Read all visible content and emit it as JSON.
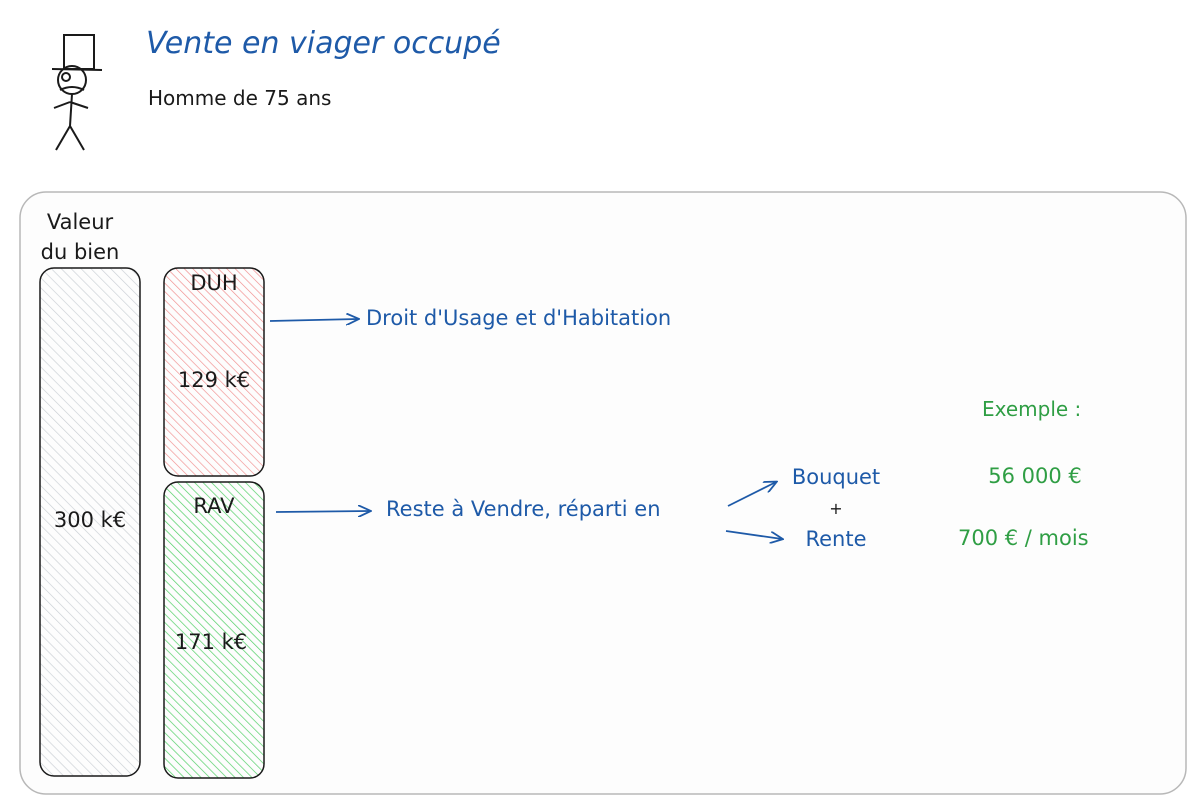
{
  "header": {
    "title": "Vente en viager occupé",
    "subtitle": "Homme de 75 ans"
  },
  "bien": {
    "label_line1": "Valeur",
    "label_line2": "du bien",
    "value": "300 k€"
  },
  "duh": {
    "label": "DUH",
    "value": "129 k€",
    "description": "Droit d'Usage et d'Habitation"
  },
  "rav": {
    "label": "RAV",
    "value": "171 k€",
    "description": "Reste à Vendre, réparti en"
  },
  "split": {
    "bouquet": "Bouquet",
    "plus": "+",
    "rente": "Rente"
  },
  "example": {
    "title": "Exemple :",
    "bouquet_value": "56 000 €",
    "rente_value": "700 € / mois"
  },
  "colors": {
    "blue": "#1e5aa8",
    "green": "#2f9e44",
    "red_fill": "#ffc9c9",
    "green_fill": "#b2f2bb",
    "grey_fill": "#dee2e6"
  }
}
